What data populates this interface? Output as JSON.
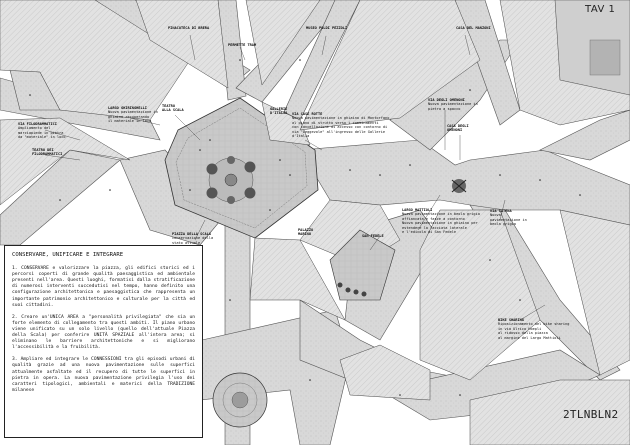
{
  "sheet": {
    "tav": "TAV 1",
    "code": "2TLNBLN2"
  },
  "labels": [
    {
      "title": "PINACOTECA DI BRERA",
      "body": ""
    },
    {
      "title": "MUSEO POLDI PEZZOLI",
      "body": ""
    },
    {
      "title": "CASA DEL MANZONI",
      "body": ""
    },
    {
      "title": "PERMETTE TRAM",
      "body": ""
    },
    {
      "title": "VIA DEGLI OMENONI",
      "body": "Nuova pavimentazione in pietra a spacco"
    },
    {
      "title": "GALLERIE D'ITALIA",
      "body": ""
    },
    {
      "title": "VIA CASE ROTTE",
      "body": "Nuova pavimentazione in ghiaino di Montorfano\nal piano di strutto verso i camminamenti\ncon cancellazione di accesso con contorno di\nvia \"Leggevole\" all'ingresso delle Gallerie d'Italia"
    },
    {
      "title": "TEATRO ALLA SCALA",
      "body": ""
    },
    {
      "title": "LARGO GHIRINGHELLI",
      "body": "Nuova pavimentazione in\nghiaino recuperando\nil materiale in loco"
    },
    {
      "title": "VIA FILODRAMMATICI",
      "body": "Ampliamento del\nmarciapiede in pietra\nda \"materiale\" in loco"
    },
    {
      "title": "TEATRO DEI FILODRAMMATICI",
      "body": ""
    },
    {
      "title": "CASA DEGLI OMENONI",
      "body": ""
    },
    {
      "title": "LARGO MATTIOLI",
      "body": "Nuova pavimentazione in beola grigia\naffiancata e fasce a contorno\nNuova pavimentazione in ghiaino per\nestendere la facciata laterale\ne l'edicola di San Fedele"
    },
    {
      "title": "VIA CATENA",
      "body": "Nuova pavimentazione in\nbeola grigia"
    },
    {
      "title": "PALAZZO MARINO",
      "body": ""
    },
    {
      "title": "SAN FEDELE",
      "body": ""
    },
    {
      "title": "PIAZZA DELLA SCALA",
      "body": "conservazione della\nstato attuale"
    },
    {
      "title": "BIKE SHARING",
      "body": "Riposizionamento del bike sharing\nin via Ulrico Hoepli\nal ridosso della piazza\nal margine del Largo Mattioli"
    }
  ],
  "textbox": {
    "heading": "CONSERVARE, UNIFICARE E INTEGRARE",
    "paragraphs": [
      "1. CONSERVARE e valorizzare la piazza, gli edifici storici ed i percorsi coperti di grande qualità paesaggistica ed ambientale presenti nell'area. Questi luoghi, formatisi dalla stratificazione di numerosi interventi succedutisi nel tempo, hanno definito una configurazione architettonica e paesaggistica che rappresenta un importante patrimonio architettonico e culturale per la città ed suoi cittadini.",
      "2. Creare un'UNICA AREA a \"personalità privilegiata\" che sia un forte elemento di collegamento tra questi ambiti. Il piano urbano viene unificato su un solo livello (quello dell'attuale Piazza della Scala) per conferire UNITÀ SPAZIALE all'intera area; si eliminano le barriere architettoniche e si migliorano l'accessibilità e la fruibilità.",
      "3. Ampliare ed integrare le CONNESSIONI tra gli episodi urbani di qualità grazie ad una nuova pavimentazione sulle superfici attualmente asfaltate ed il recupero di tutte le superfici in pietra in opera. La nuova pavimentazione privilegia l'uso dei caratteri tipologici, ambientali e materici della TRADIZIONE milanese"
    ]
  }
}
